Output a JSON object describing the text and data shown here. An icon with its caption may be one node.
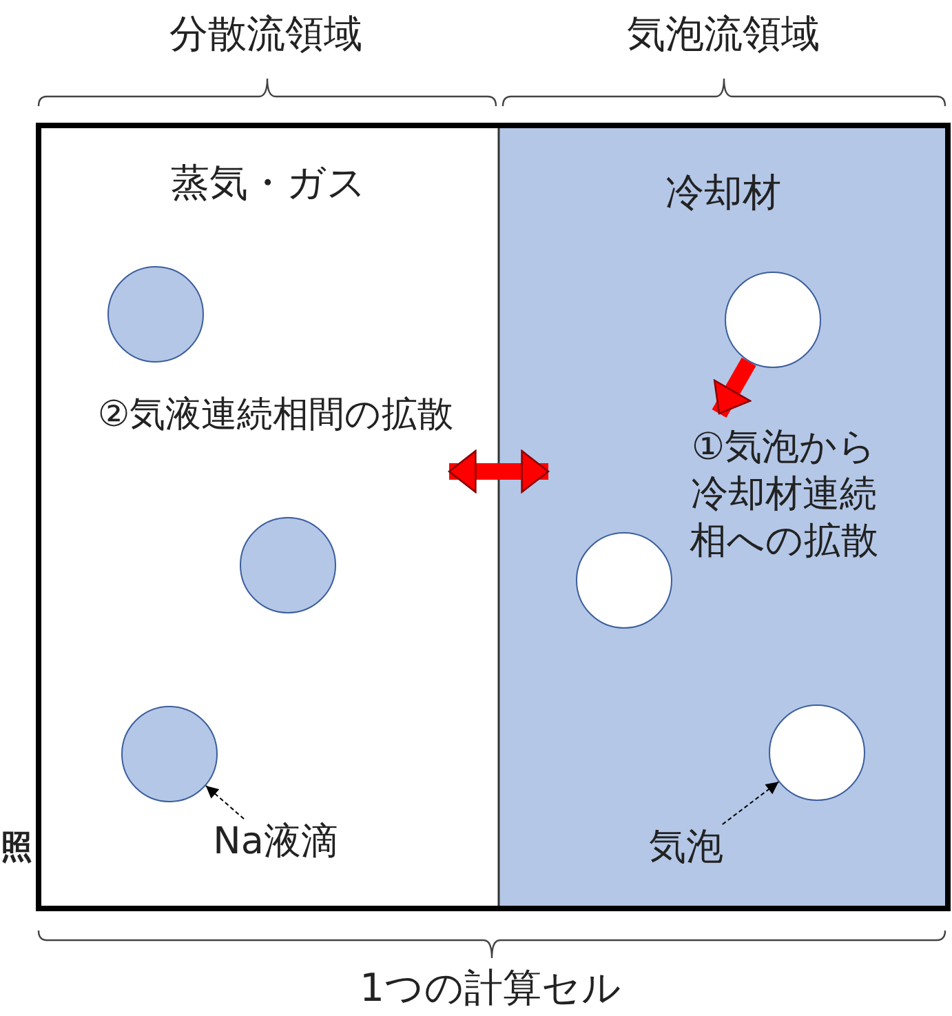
{
  "diagram": {
    "nodes": [
      {
        "text": [
          "蒸気・ガス"
        ]
      },
      {
        "text": [],
        "shape": "circle",
        "in": 0
      },
      {
        "text": [],
        "shape": "circle",
        "in": 0
      },
      {
        "text": [],
        "shape": "circle",
        "in": 0
      },
      {
        "text": [
          "Na液滴"
        ],
        "in": 0
      },
      {
        "text": [
          "冷却材"
        ]
      },
      {
        "text": [],
        "shape": "circle",
        "in": 5
      },
      {
        "text": [
          "①気泡から冷却材連続相への拡散"
        ],
        "in": 5
      },
      {
        "text": [],
        "shape": "circle",
        "in": 5
      },
      {
        "text": [],
        "shape": "circle",
        "in": 5
      },
      {
        "text": [
          "気泡"
        ],
        "in": 5
      }
    ],
    "edges": [
      {
        "from": 0,
        "to": 5,
        "arrow": "both",
        "label": "②気液連続相間の拡散",
        "style": "thick",
        "color": "#ff0000"
      },
      {
        "from": 6,
        "to": 7,
        "arrow": "to",
        "style": "thick",
        "color": "#ff0000"
      },
      {
        "from": 4,
        "to": 3,
        "arrow": "to",
        "style": "dashed",
        "color": "#000000"
      },
      {
        "from": 10,
        "to": 9,
        "arrow": "to",
        "style": "dashed",
        "color": "#000000"
      }
    ],
    "labels": [
      "分散流領域",
      "気泡流領域",
      "照",
      "1つの計算セル"
    ]
  }
}
